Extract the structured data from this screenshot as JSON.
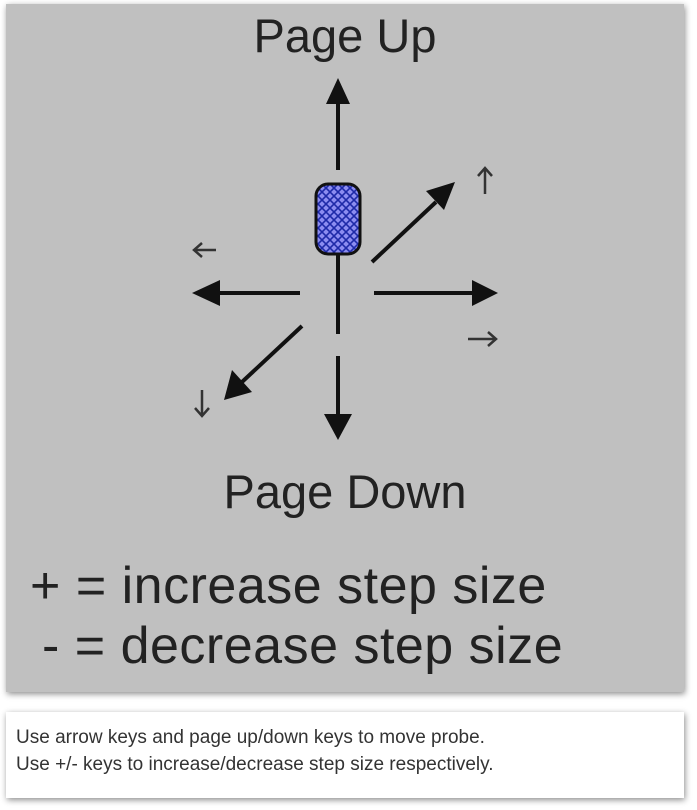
{
  "diagram": {
    "page_up_label": "Page Up",
    "page_down_label": "Page Down",
    "increase_label": "+ = increase step size",
    "decrease_label": "- = decrease step size"
  },
  "caption": {
    "line1": "Use arrow keys and page up/down keys to move probe.",
    "line2": "Use +/- keys to increase/decrease step size respectively."
  },
  "colors": {
    "panel_bg": "#c0c0c0",
    "arrow": "#111111",
    "probe_fill": "#8c8cf0",
    "probe_mesh": "#1e2aa8"
  },
  "icons": [
    "probe-icon",
    "arrow-up-icon",
    "arrow-down-icon",
    "arrow-left-icon",
    "arrow-right-icon",
    "arrow-upright-icon",
    "arrow-downleft-icon"
  ]
}
